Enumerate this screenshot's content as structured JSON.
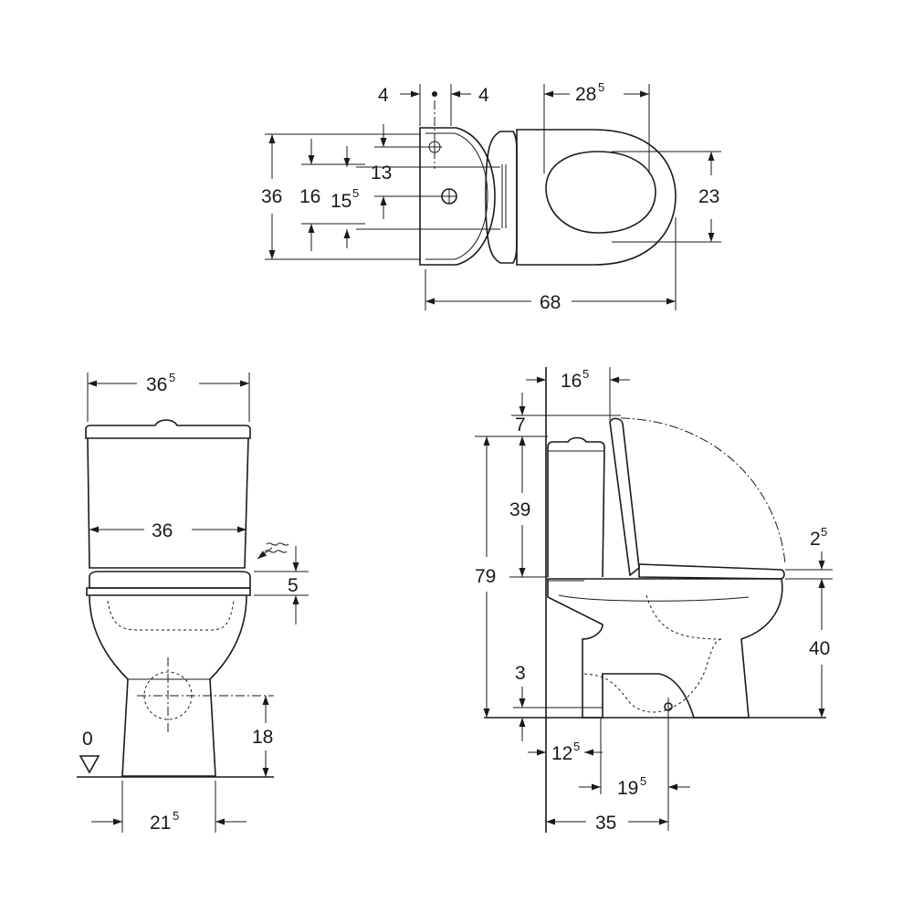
{
  "colors": {
    "line": "#1a1a1a",
    "background": "#ffffff"
  },
  "icons": {
    "arrow": "arrowhead",
    "ground": "ground-level-triangle",
    "flush": "water-inlet-symbol"
  },
  "top_view": {
    "dim_4_left": "4",
    "dim_4_right": "4",
    "dim_28": "28",
    "dim_28_sup": "5",
    "dim_36": "36",
    "dim_16": "16",
    "dim_15": "15",
    "dim_15_sup": "5",
    "dim_13": "13",
    "dim_23": "23",
    "dim_68": "68"
  },
  "front_view": {
    "dim_36_top": "36",
    "dim_36_top_sup": "5",
    "dim_36_mid": "36",
    "dim_5": "5",
    "dim_18": "18",
    "dim_0": "0",
    "dim_21": "21",
    "dim_21_sup": "5"
  },
  "side_view": {
    "dim_16": "16",
    "dim_16_sup": "5",
    "dim_7": "7",
    "dim_39": "39",
    "dim_79": "79",
    "dim_2": "2",
    "dim_2_sup": "5",
    "dim_40": "40",
    "dim_3": "3",
    "dim_12": "12",
    "dim_12_sup": "5",
    "dim_19": "19",
    "dim_19_sup": "5",
    "dim_35": "35"
  }
}
